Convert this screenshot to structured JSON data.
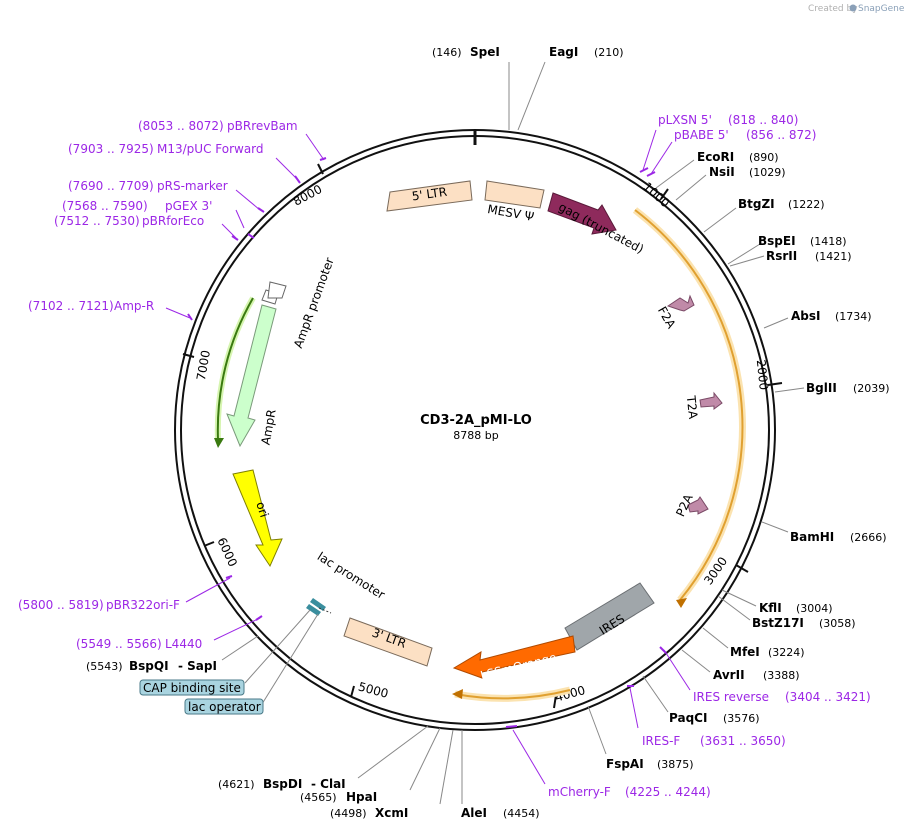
{
  "credit": {
    "prefix": "Created by",
    "brand": "SnapGene"
  },
  "plasmid": {
    "name": "CD3-2A_pMI-LO",
    "length_label": "8788 bp"
  },
  "ring_ticks": [
    "1000",
    "2000",
    "3000",
    "4000",
    "5000",
    "6000",
    "7000",
    "8000"
  ],
  "sites": [
    {
      "name": "SpeI",
      "pos": "(146)"
    },
    {
      "name": "EagI",
      "pos": "(210)"
    },
    {
      "name": "EcoRI",
      "pos": "(890)"
    },
    {
      "name": "NsiI",
      "pos": "(1029)"
    },
    {
      "name": "BtgZI",
      "pos": "(1222)"
    },
    {
      "name": "BspEI",
      "pos": "(1418)"
    },
    {
      "name": "RsrII",
      "pos": "(1421)"
    },
    {
      "name": "AbsI",
      "pos": "(1734)"
    },
    {
      "name": "BglII",
      "pos": "(2039)"
    },
    {
      "name": "BamHI",
      "pos": "(2666)"
    },
    {
      "name": "KflI",
      "pos": "(3004)"
    },
    {
      "name": "BstZ17I",
      "pos": "(3058)"
    },
    {
      "name": "MfeI",
      "pos": "(3224)"
    },
    {
      "name": "AvrII",
      "pos": "(3388)"
    },
    {
      "name": "PaqCI",
      "pos": "(3576)"
    },
    {
      "name": "FspAI",
      "pos": "(3875)"
    },
    {
      "name": "AleI",
      "pos": "(4454)"
    },
    {
      "name": "XcmI",
      "pos": "(4498)"
    },
    {
      "name": "HpaI",
      "pos": "(4565)"
    },
    {
      "name": "BspDI",
      "pos": "(4621)",
      "extra": "-  ClaI"
    },
    {
      "name": "BspQI",
      "pos": "(5543)",
      "extra": "-  SapI"
    }
  ],
  "primers": [
    {
      "name": "pLXSN 5'",
      "range": "(818 .. 840)"
    },
    {
      "name": "pBABE 5'",
      "range": "(856 .. 872)"
    },
    {
      "name": "IRES reverse",
      "range": "(3404 .. 3421)"
    },
    {
      "name": "IRES-F",
      "range": "(3631 .. 3650)"
    },
    {
      "name": "mCherry-F",
      "range": "(4225 .. 4244)"
    },
    {
      "name": "L4440",
      "range": "(5549 .. 5566)"
    },
    {
      "name": "pBR322ori-F",
      "range": "(5800 .. 5819)"
    },
    {
      "name": "Amp-R",
      "range": "(7102 .. 7121)"
    },
    {
      "name": "pBRforEco",
      "range": "(7512 .. 7530)"
    },
    {
      "name": "pGEX 3'",
      "range": "(7568 .. 7590)"
    },
    {
      "name": "pRS-marker",
      "range": "(7690 .. 7709)"
    },
    {
      "name": "M13/pUC Forward",
      "range": "(7903 .. 7925)"
    },
    {
      "name": "pBRrevBam",
      "range": "(8053 .. 8072)"
    }
  ],
  "features": {
    "ltr5": "5' LTR",
    "mesv": "MESV Ψ",
    "gag": "gag (truncated)",
    "f2a": "F2A",
    "t2a": "T2A",
    "p2a": "P2A",
    "ires": "IRES",
    "lssm": "LSSmOrange",
    "ltr3": "3' LTR",
    "lac_promoter": "lac promoter",
    "ori": "ori",
    "ampr": "AmpR",
    "ampr_promoter": "AmpR promoter",
    "cap_binding": "CAP binding site",
    "lac_operator": "lac operator"
  },
  "colors": {
    "backbone": "#111111",
    "primer": "#9c27e6",
    "ltr": "#fce0c4",
    "gag": "#8e2a5c",
    "ires": "#a0a6aa",
    "lssm": "#ff6a00",
    "ori": "#ffff00",
    "ampr": "#ccffcc",
    "twoa": "#c08aa8",
    "cds_track": "#f7c56f"
  }
}
